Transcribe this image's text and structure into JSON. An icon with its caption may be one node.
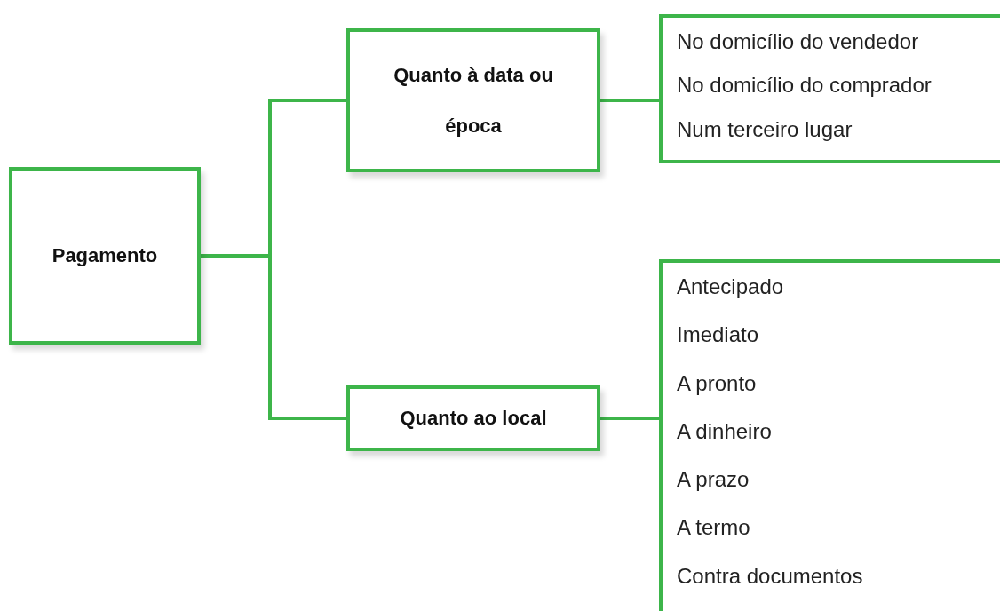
{
  "diagram": {
    "nodes": [
      {
        "text": [
          "Pagamento"
        ]
      },
      {
        "text": [
          "Quanto à data ou época"
        ]
      },
      {
        "text": [
          "Quanto ao local"
        ]
      },
      {
        "text": [
          "No domicílio do vendedor",
          "No domicílio do comprador",
          "Num terceiro lugar"
        ]
      },
      {
        "text": [
          "Antecipado",
          "Imediato",
          "A pronto",
          "A dinheiro",
          "A prazo",
          "A termo",
          "Contra documentos"
        ]
      }
    ],
    "edges": [
      {
        "from": 0,
        "to": 1,
        "arrow": "none"
      },
      {
        "from": 0,
        "to": 2,
        "arrow": "none"
      },
      {
        "from": 1,
        "to": 3,
        "arrow": "none"
      },
      {
        "from": 2,
        "to": 4,
        "arrow": "none"
      }
    ]
  }
}
